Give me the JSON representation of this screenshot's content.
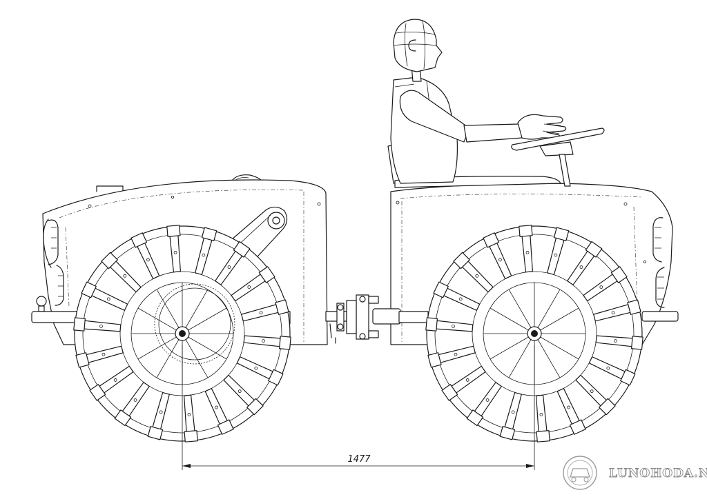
{
  "dimension": {
    "wheelbase": "1477"
  },
  "watermark": {
    "text": "LUNOHODA.NET"
  },
  "wheels": {
    "spokes": 18,
    "hub_spokes": 12
  }
}
